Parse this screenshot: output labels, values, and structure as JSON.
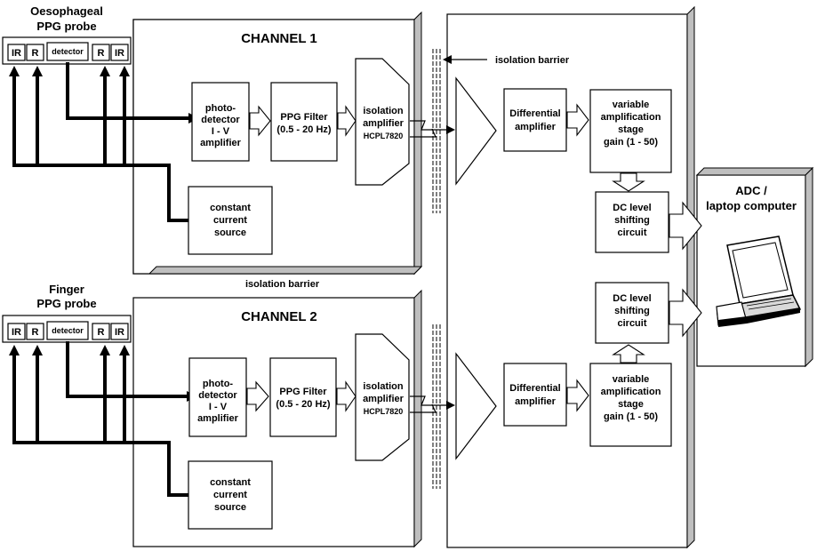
{
  "probe1": {
    "title1": "Oesophageal",
    "title2": "PPG probe",
    "cells": [
      "IR",
      "R",
      "detector",
      "R",
      "IR"
    ]
  },
  "probe2": {
    "title1": "Finger",
    "title2": "PPG probe",
    "cells": [
      "IR",
      "R",
      "detector",
      "R",
      "IR"
    ]
  },
  "channel1": {
    "title": "CHANNEL 1",
    "photo": [
      "photo-",
      "detector",
      "I - V",
      "amplifier"
    ],
    "filter": [
      "PPG Filter",
      "(0.5 - 20 Hz)"
    ],
    "iso": [
      "isolation",
      "amplifier",
      "HCPL7820"
    ],
    "current": [
      "constant",
      "current",
      "source"
    ]
  },
  "channel2": {
    "title": "CHANNEL 2",
    "photo": [
      "photo-",
      "detector",
      "I - V",
      "amplifier"
    ],
    "filter": [
      "PPG Filter",
      "(0.5 - 20 Hz)"
    ],
    "iso": [
      "isolation",
      "amplifier",
      "HCPL7820"
    ],
    "current": [
      "constant",
      "current",
      "source"
    ]
  },
  "right1": {
    "diff": [
      "Differential",
      "amplifier"
    ],
    "gain": [
      "variable",
      "amplification",
      "stage",
      "gain (1 - 50)"
    ],
    "dc": [
      "DC level",
      "shifting",
      "circuit"
    ]
  },
  "right2": {
    "diff": [
      "Differential",
      "amplifier"
    ],
    "gain": [
      "variable",
      "amplification",
      "stage",
      "gain (1 - 50)"
    ],
    "dc": [
      "DC level",
      "shifting",
      "circuit"
    ]
  },
  "labels": {
    "isolation_barrier_top": "isolation barrier",
    "isolation_barrier_mid": "isolation barrier"
  },
  "adc": {
    "line1": "ADC /",
    "line2": "laptop computer"
  }
}
